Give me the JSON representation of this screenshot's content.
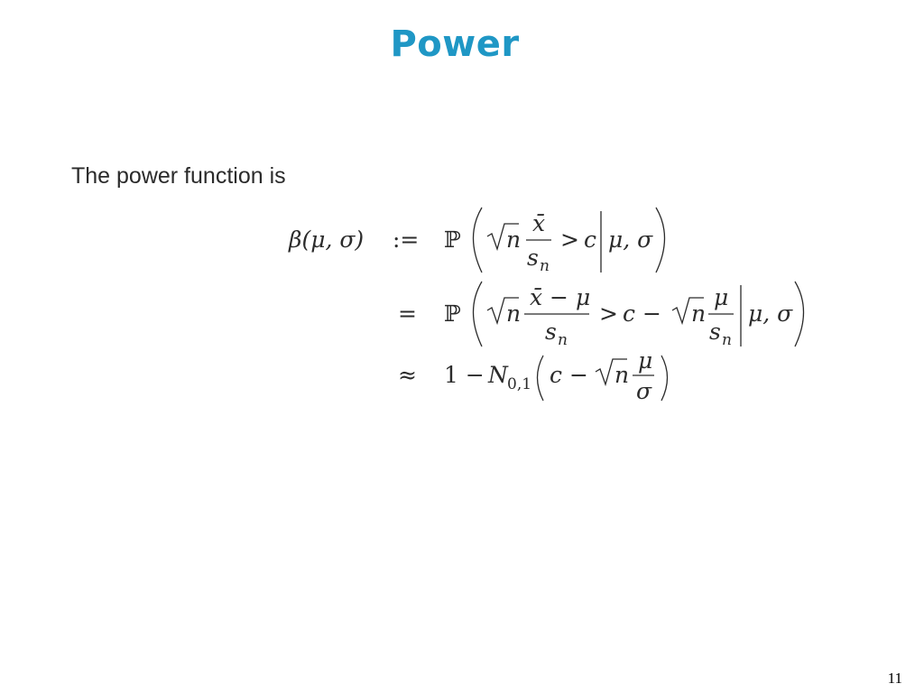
{
  "slide": {
    "title": "Power",
    "intro": "The power function is",
    "page_number": "11"
  },
  "equation": {
    "lhs": "β(μ, σ)",
    "ops": [
      ":=",
      "=",
      "≈"
    ],
    "prob_symbol": "ℙ",
    "sqrt_n": "n",
    "xbar": "x̄",
    "xbar_minus_mu": "x̄ − μ",
    "s_n": "s",
    "sub_n": "n",
    "gt": ">",
    "c": "c",
    "c_minus": "c −",
    "mu": "μ",
    "sigma": "σ",
    "cond": "μ, σ",
    "one_minus": "1 −",
    "N": "N",
    "N_sub": "0,1"
  }
}
